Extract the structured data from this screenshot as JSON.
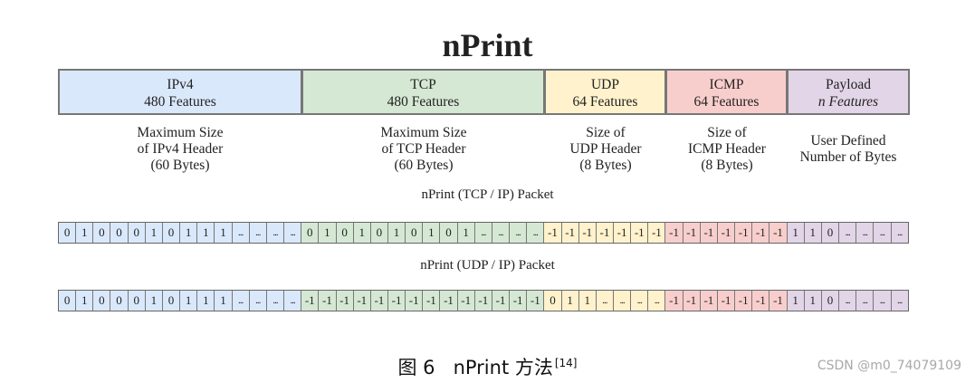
{
  "title": "nPrint",
  "colors": {
    "ipv4": "#dae8fc",
    "tcp": "#d5e8d4",
    "udp": "#fff2cc",
    "icmp": "#f8cecc",
    "payload": "#e1d5e7"
  },
  "headers": [
    {
      "name": "IPv4",
      "features": "480 Features",
      "description": [
        "Maximum Size",
        "of IPv4 Header",
        "(60 Bytes)"
      ]
    },
    {
      "name": "TCP",
      "features": "480 Features",
      "description": [
        "Maximum Size",
        "of TCP Header",
        "(60 Bytes)"
      ]
    },
    {
      "name": "UDP",
      "features": "64 Features",
      "description": [
        "Size of",
        "UDP Header",
        "(8 Bytes)"
      ]
    },
    {
      "name": "ICMP",
      "features": "64 Features",
      "description": [
        "Size of",
        "ICMP Header",
        "(8 Bytes)"
      ]
    },
    {
      "name": "Payload",
      "features": "n Features",
      "description": [
        "User Defined",
        "Number of Bytes"
      ]
    }
  ],
  "packets": [
    {
      "label": "nPrint (TCP / IP) Packet",
      "segments": [
        {
          "color": "ipv4",
          "cells": [
            "0",
            "1",
            "0",
            "0",
            "0",
            "1",
            "0",
            "1",
            "1",
            "1",
            "...",
            "...",
            "...",
            "..."
          ]
        },
        {
          "color": "tcp",
          "cells": [
            "0",
            "1",
            "0",
            "1",
            "0",
            "1",
            "0",
            "1",
            "0",
            "1",
            "...",
            "...",
            "...",
            "..."
          ]
        },
        {
          "color": "udp",
          "cells": [
            "-1",
            "-1",
            "-1",
            "-1",
            "-1",
            "-1",
            "-1"
          ]
        },
        {
          "color": "icmp",
          "cells": [
            "-1",
            "-1",
            "-1",
            "-1",
            "-1",
            "-1",
            "-1"
          ]
        },
        {
          "color": "payload",
          "cells": [
            "1",
            "1",
            "0",
            "...",
            "...",
            "...",
            "..."
          ]
        }
      ]
    },
    {
      "label": "nPrint (UDP / IP) Packet",
      "segments": [
        {
          "color": "ipv4",
          "cells": [
            "0",
            "1",
            "0",
            "0",
            "0",
            "1",
            "0",
            "1",
            "1",
            "1",
            "...",
            "...",
            "...",
            "..."
          ]
        },
        {
          "color": "tcp",
          "cells": [
            "-1",
            "-1",
            "-1",
            "-1",
            "-1",
            "-1",
            "-1",
            "-1",
            "-1",
            "-1",
            "-1",
            "-1",
            "-1",
            "-1"
          ]
        },
        {
          "color": "udp",
          "cells": [
            "0",
            "1",
            "1",
            "...",
            "...",
            "...",
            "..."
          ]
        },
        {
          "color": "icmp",
          "cells": [
            "-1",
            "-1",
            "-1",
            "-1",
            "-1",
            "-1",
            "-1"
          ]
        },
        {
          "color": "payload",
          "cells": [
            "1",
            "1",
            "0",
            "...",
            "...",
            "...",
            "..."
          ]
        }
      ]
    }
  ],
  "caption": {
    "figure": "图 6",
    "text": "nPrint 方法",
    "ref": "[14]"
  },
  "watermark": "CSDN @m0_74079109"
}
